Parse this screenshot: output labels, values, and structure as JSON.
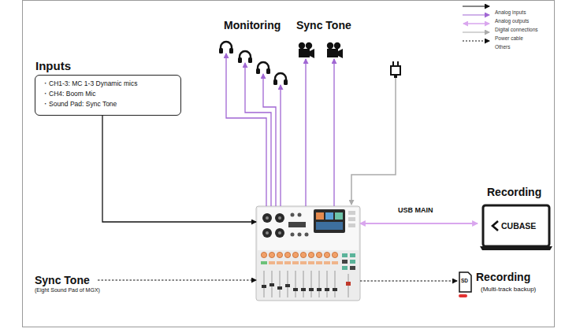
{
  "diagram": {
    "nodes": [
      {
        "text": [
          "Monitoring"
        ]
      },
      {
        "text": [
          "Sync Tone"
        ]
      },
      {
        "text": [
          "Inputs",
          "・CH1-3: MC 1-3 Dynamic mics",
          "・CH4: Boom Mic",
          "・Sound Pad: Sync Tone"
        ]
      },
      {
        "text": []
      },
      {
        "text": [
          "Recording",
          "CUBASE"
        ]
      },
      {
        "text": [
          "Sync Tone",
          "(Eight Sound Pad of MGX)"
        ]
      },
      {
        "text": [
          "Recording",
          "(Multi-track backup)"
        ]
      }
    ],
    "edges": [
      {
        "from": 2,
        "to": 3,
        "arrow": "to"
      },
      {
        "from": 3,
        "to": 0,
        "arrow": "to"
      },
      {
        "from": 3,
        "to": 0,
        "arrow": "to"
      },
      {
        "from": 3,
        "to": 0,
        "arrow": "to"
      },
      {
        "from": 3,
        "to": 0,
        "arrow": "to"
      },
      {
        "from": 3,
        "to": 1,
        "arrow": "to"
      },
      {
        "from": 3,
        "to": 1,
        "arrow": "to"
      },
      {
        "from": 3,
        "to": 4,
        "label": "USB MAIN",
        "arrow": "both"
      },
      {
        "from": 5,
        "to": 3,
        "arrow": "to"
      },
      {
        "from": 3,
        "to": 6,
        "arrow": "to"
      }
    ],
    "labels": [
      "SD"
    ],
    "legend": [
      {
        "text": "Analog inputs"
      },
      {
        "text": "Analog outputs"
      },
      {
        "text": "Digital connections"
      },
      {
        "text": "Power cable"
      },
      {
        "text": "Others"
      }
    ]
  }
}
